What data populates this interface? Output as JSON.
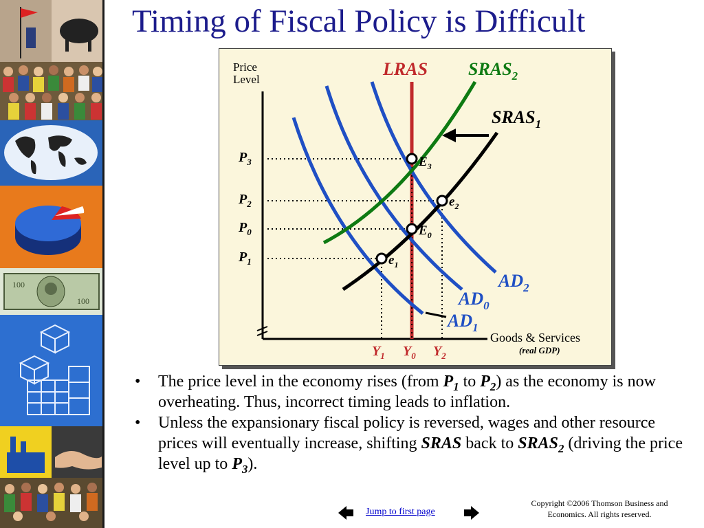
{
  "slide": {
    "title": "Timing of Fiscal Policy is Difficult"
  },
  "colors": {
    "title": "#1c1c8c",
    "panel_bg": "#fbf6dc",
    "ad_curves": "#1f4fc4",
    "lras": "#c0292b",
    "sras2": "#0e7a12",
    "sras1": "#000000",
    "price_labels": "#000000",
    "output_labels": "#c0292b"
  },
  "chart_data": {
    "type": "line",
    "y_axis_label_line1": "Price",
    "y_axis_label_line2": "Level",
    "x_axis_label": "Goods & Services",
    "x_axis_sublabel": "(real GDP)",
    "price_levels": [
      {
        "label": "P",
        "sub": "3"
      },
      {
        "label": "P",
        "sub": "2"
      },
      {
        "label": "P",
        "sub": "0"
      },
      {
        "label": "P",
        "sub": "1"
      }
    ],
    "outputs": [
      {
        "label": "Y",
        "sub": "1"
      },
      {
        "label": "Y",
        "sub": "0"
      },
      {
        "label": "Y",
        "sub": "2"
      }
    ],
    "points": [
      {
        "label": "E",
        "sub": "3"
      },
      {
        "label": "e",
        "sub": "2"
      },
      {
        "label": "E",
        "sub": "0"
      },
      {
        "label": "e",
        "sub": "1"
      }
    ],
    "curves": [
      {
        "label": "LRAS",
        "sub": ""
      },
      {
        "label": "SRAS",
        "sub": "2"
      },
      {
        "label": "SRAS",
        "sub": "1"
      },
      {
        "label": "AD",
        "sub": "2"
      },
      {
        "label": "AD",
        "sub": "0"
      },
      {
        "label": "AD",
        "sub": "1"
      }
    ],
    "annotations": [
      "arrow from SRAS1 toward SRAS2"
    ]
  },
  "bullets": [
    {
      "t1": "The price level in the economy rises (from ",
      "b1": "P",
      "s1": "1",
      "t2": " to ",
      "b2": "P",
      "s2": "2",
      "t3": ") as the economy is now overheating. Thus, incorrect timing leads to inflation."
    },
    {
      "t1": "Unless the expansionary fiscal policy is reversed, wages and other resource prices will eventually increase, shifting ",
      "b1": "SRAS",
      "t2": " back to ",
      "b2": "SRAS",
      "s2": "2",
      "t3": " (driving the price level up to ",
      "b3": "P",
      "s3": "3",
      "t4": ")."
    }
  ],
  "footer": {
    "nav_link": "Jump to first page",
    "copyright_line1": "Copyright ©2006  Thomson Business and",
    "copyright_line2": "Economics. All rights reserved."
  }
}
